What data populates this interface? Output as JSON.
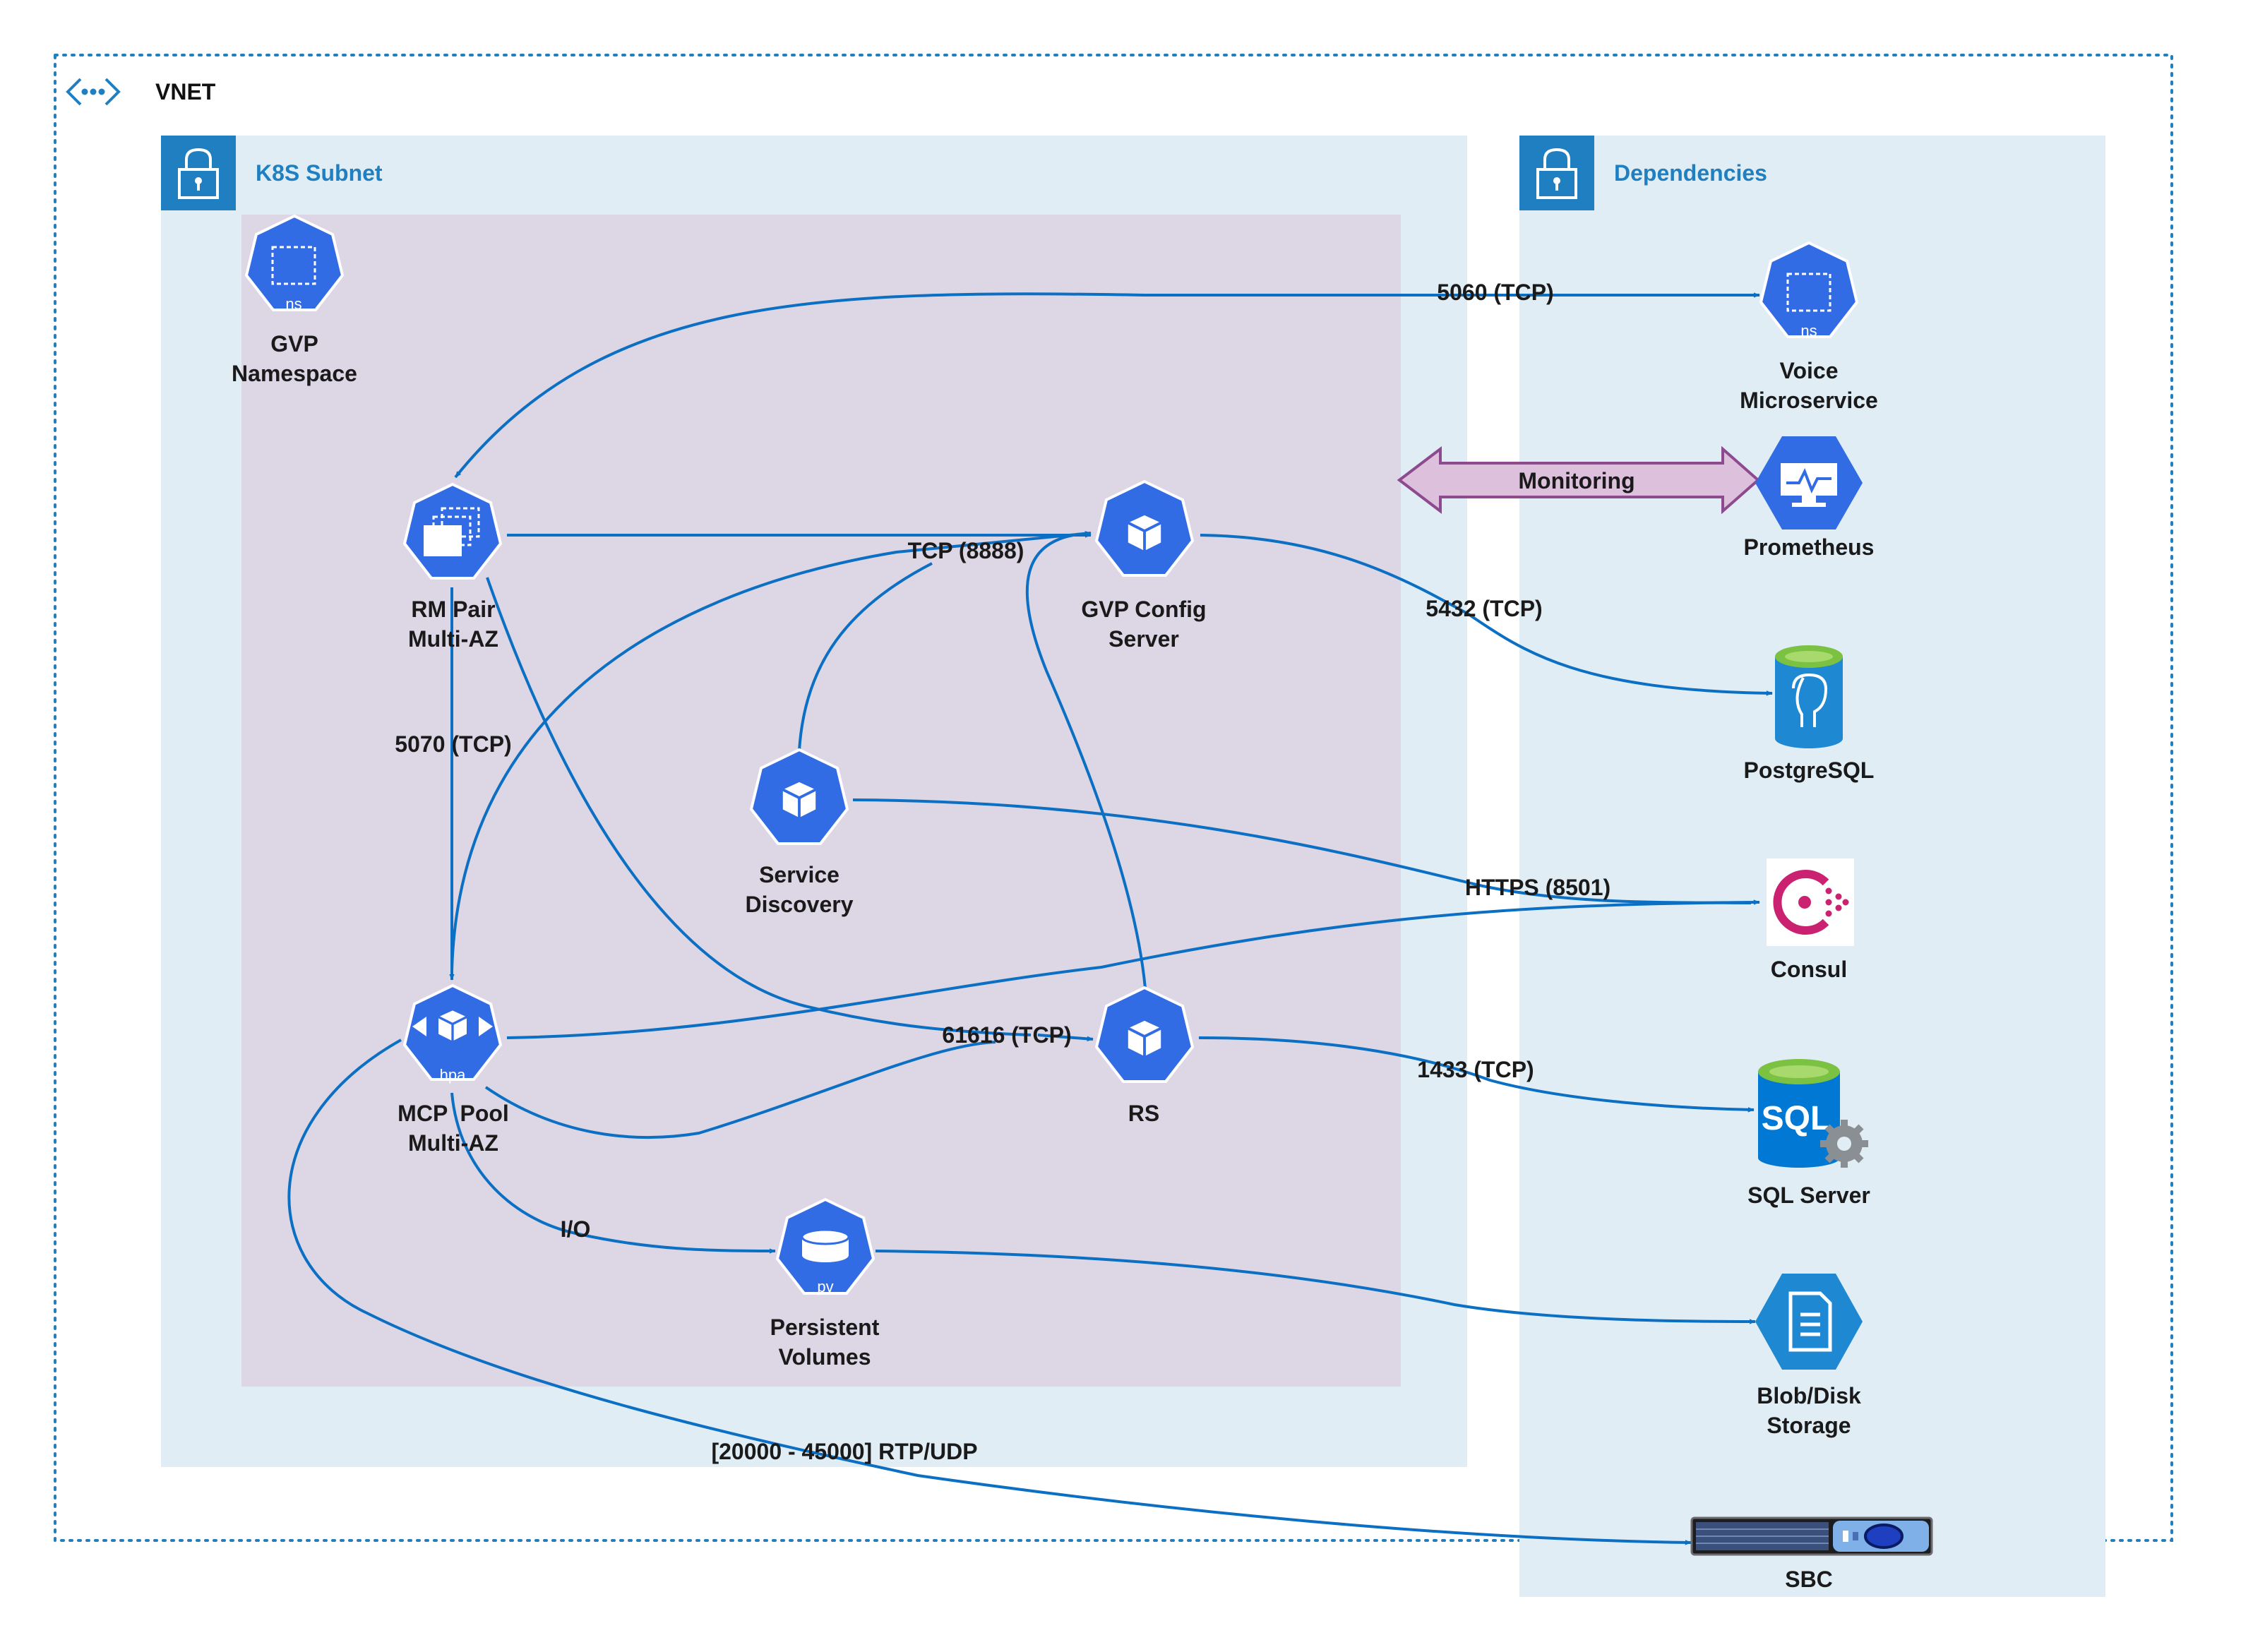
{
  "colors": {
    "k8s_blue": "#326ce5",
    "edge_blue": "#0b6fc4",
    "zone_fill": "#e0edf5",
    "namespace_fill": "#ddd6e5",
    "header_blue": "#1f7fc0",
    "monitoring_fill": "#dcc0dc",
    "monitoring_stroke": "#8e4a8e",
    "sql_green": "#7cc242",
    "azure_blue": "#0078d4",
    "consul_pink": "#ca2171"
  },
  "vnet": {
    "label": "VNET",
    "icon": "vnet-icon"
  },
  "zones": {
    "k8s_subnet": {
      "label": "K8S Subnet",
      "icon": "lock-icon"
    },
    "dependencies": {
      "label": "Dependencies",
      "icon": "lock-icon"
    }
  },
  "nodes": {
    "gvp_namespace": {
      "lines": [
        "GVP",
        "Namespace"
      ],
      "icon": "namespace-icon",
      "tag": "ns"
    },
    "rm_pair": {
      "lines": [
        "RM Pair",
        "Multi-AZ"
      ],
      "icon": "replicaset-icon"
    },
    "gvp_config": {
      "lines": [
        "GVP Config",
        "Server"
      ],
      "icon": "pod-icon"
    },
    "service_discovery": {
      "lines": [
        "Service",
        "Discovery"
      ],
      "icon": "pod-icon"
    },
    "mcp_pool": {
      "lines": [
        "MCP  Pool",
        "Multi-AZ"
      ],
      "icon": "hpa-icon",
      "tag": "hpa"
    },
    "rs": {
      "lines": [
        "RS"
      ],
      "icon": "pod-icon"
    },
    "persistent_volumes": {
      "lines": [
        "Persistent",
        "Volumes"
      ],
      "icon": "pv-icon",
      "tag": "pv"
    },
    "voice_microservice": {
      "lines": [
        "Voice",
        "Microservice"
      ],
      "icon": "namespace-icon",
      "tag": "ns"
    },
    "prometheus": {
      "lines": [
        "Prometheus"
      ],
      "icon": "monitor-icon"
    },
    "postgresql": {
      "lines": [
        "PostgreSQL"
      ],
      "icon": "postgresql-icon"
    },
    "consul": {
      "lines": [
        "Consul"
      ],
      "icon": "consul-icon"
    },
    "sql_server": {
      "lines": [
        "SQL Server"
      ],
      "icon": "sql-server-icon",
      "tag": "SQL"
    },
    "blob_storage": {
      "lines": [
        "Blob/Disk",
        "Storage"
      ],
      "icon": "storage-icon"
    },
    "sbc": {
      "lines": [
        "SBC"
      ],
      "icon": "sbc-icon"
    }
  },
  "edges": {
    "e5060": "5060 (TCP)",
    "monitoring": "Monitoring",
    "e8888": "TCP (8888)",
    "e5432": "5432 (TCP)",
    "e5070": "5070 (TCP)",
    "e8501": "HTTPS (8501)",
    "e61616": "61616 (TCP)",
    "e1433": "1433 (TCP)",
    "io": "I/O",
    "rtp": "[20000 - 45000] RTP/UDP"
  }
}
